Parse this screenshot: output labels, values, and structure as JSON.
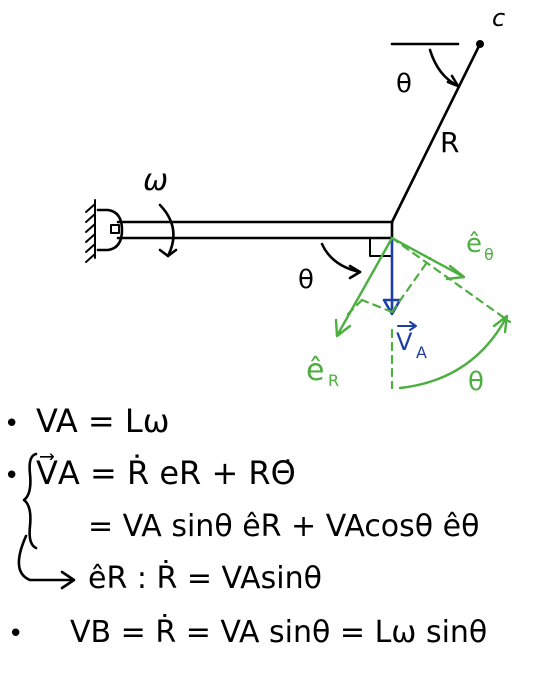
{
  "diagram": {
    "labels": {
      "point_c": "c",
      "theta_top": "θ",
      "rod_length": "R",
      "omega": "ω",
      "theta_lower": "θ",
      "e_theta": "ê",
      "e_theta_sub": "θ",
      "e_r": "ê",
      "e_r_sub": "R",
      "v_a": "V",
      "v_a_sub": "A",
      "theta_green": "θ"
    },
    "colors": {
      "ink": "#000000",
      "vector_green": "#4caf3f",
      "velocity_blue": "#1f3fa8"
    }
  },
  "equations": [
    {
      "bullet": "•",
      "text": "VA = Lω"
    },
    {
      "bullet": "•",
      "text": "V⃗A = Ṙ eR + RΘ̇"
    },
    {
      "bullet": "",
      "text": "= VA sinθ êR + VAcosθ êθ"
    },
    {
      "bullet": "",
      "text": "êR :  Ṙ = VAsinθ"
    },
    {
      "bullet": "•",
      "text": "VB = Ṙ = VA sinθ = Lω sinθ"
    }
  ]
}
